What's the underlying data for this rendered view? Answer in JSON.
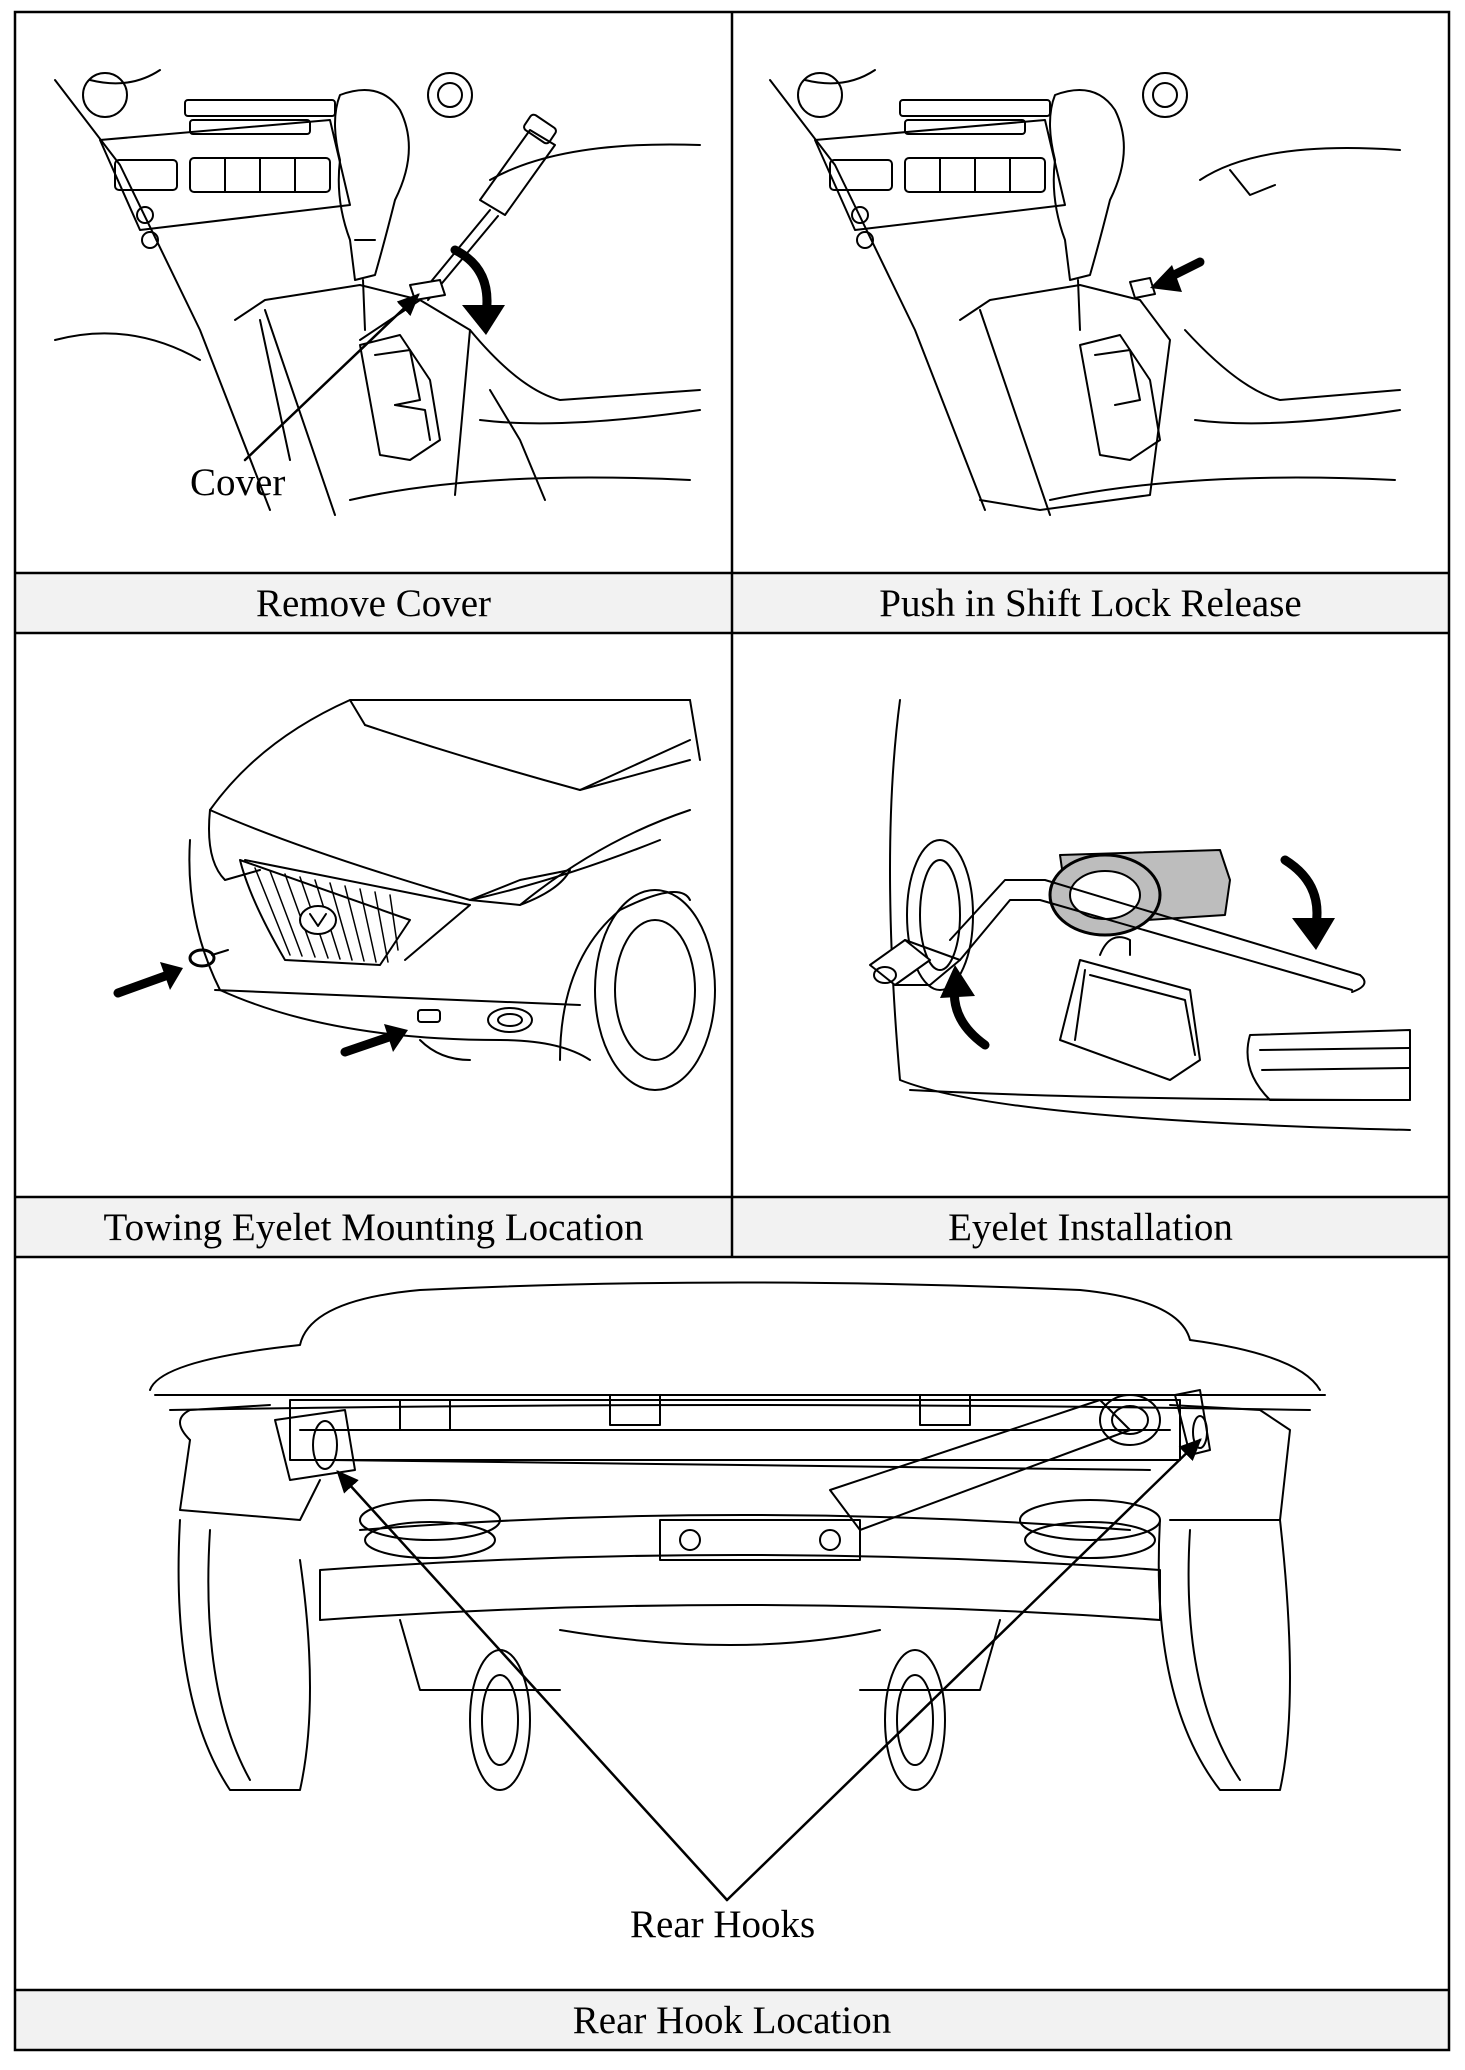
{
  "panels": [
    {
      "caption": "Remove Cover",
      "callout": "Cover"
    },
    {
      "caption": "Push in Shift Lock Release"
    },
    {
      "caption": "Towing Eyelet Mounting Location"
    },
    {
      "caption": "Eyelet Installation"
    },
    {
      "caption": "Rear Hook Location",
      "callout": "Rear Hooks"
    }
  ]
}
